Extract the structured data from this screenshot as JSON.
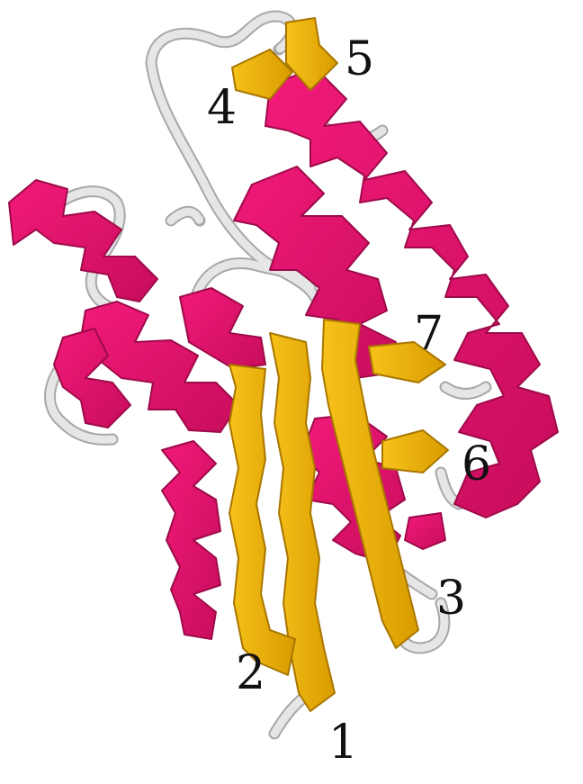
{
  "figure": {
    "colors": {
      "helix": "#e0116b",
      "helix_shade": "#b40d55",
      "strand": "#f2b400",
      "strand_shade": "#cf9400",
      "coil": "#dcdcdc",
      "coil_edge": "#a8a8a8",
      "label": "#111111"
    },
    "strand_labels": [
      "1",
      "2",
      "3",
      "4",
      "5",
      "6",
      "7"
    ]
  }
}
